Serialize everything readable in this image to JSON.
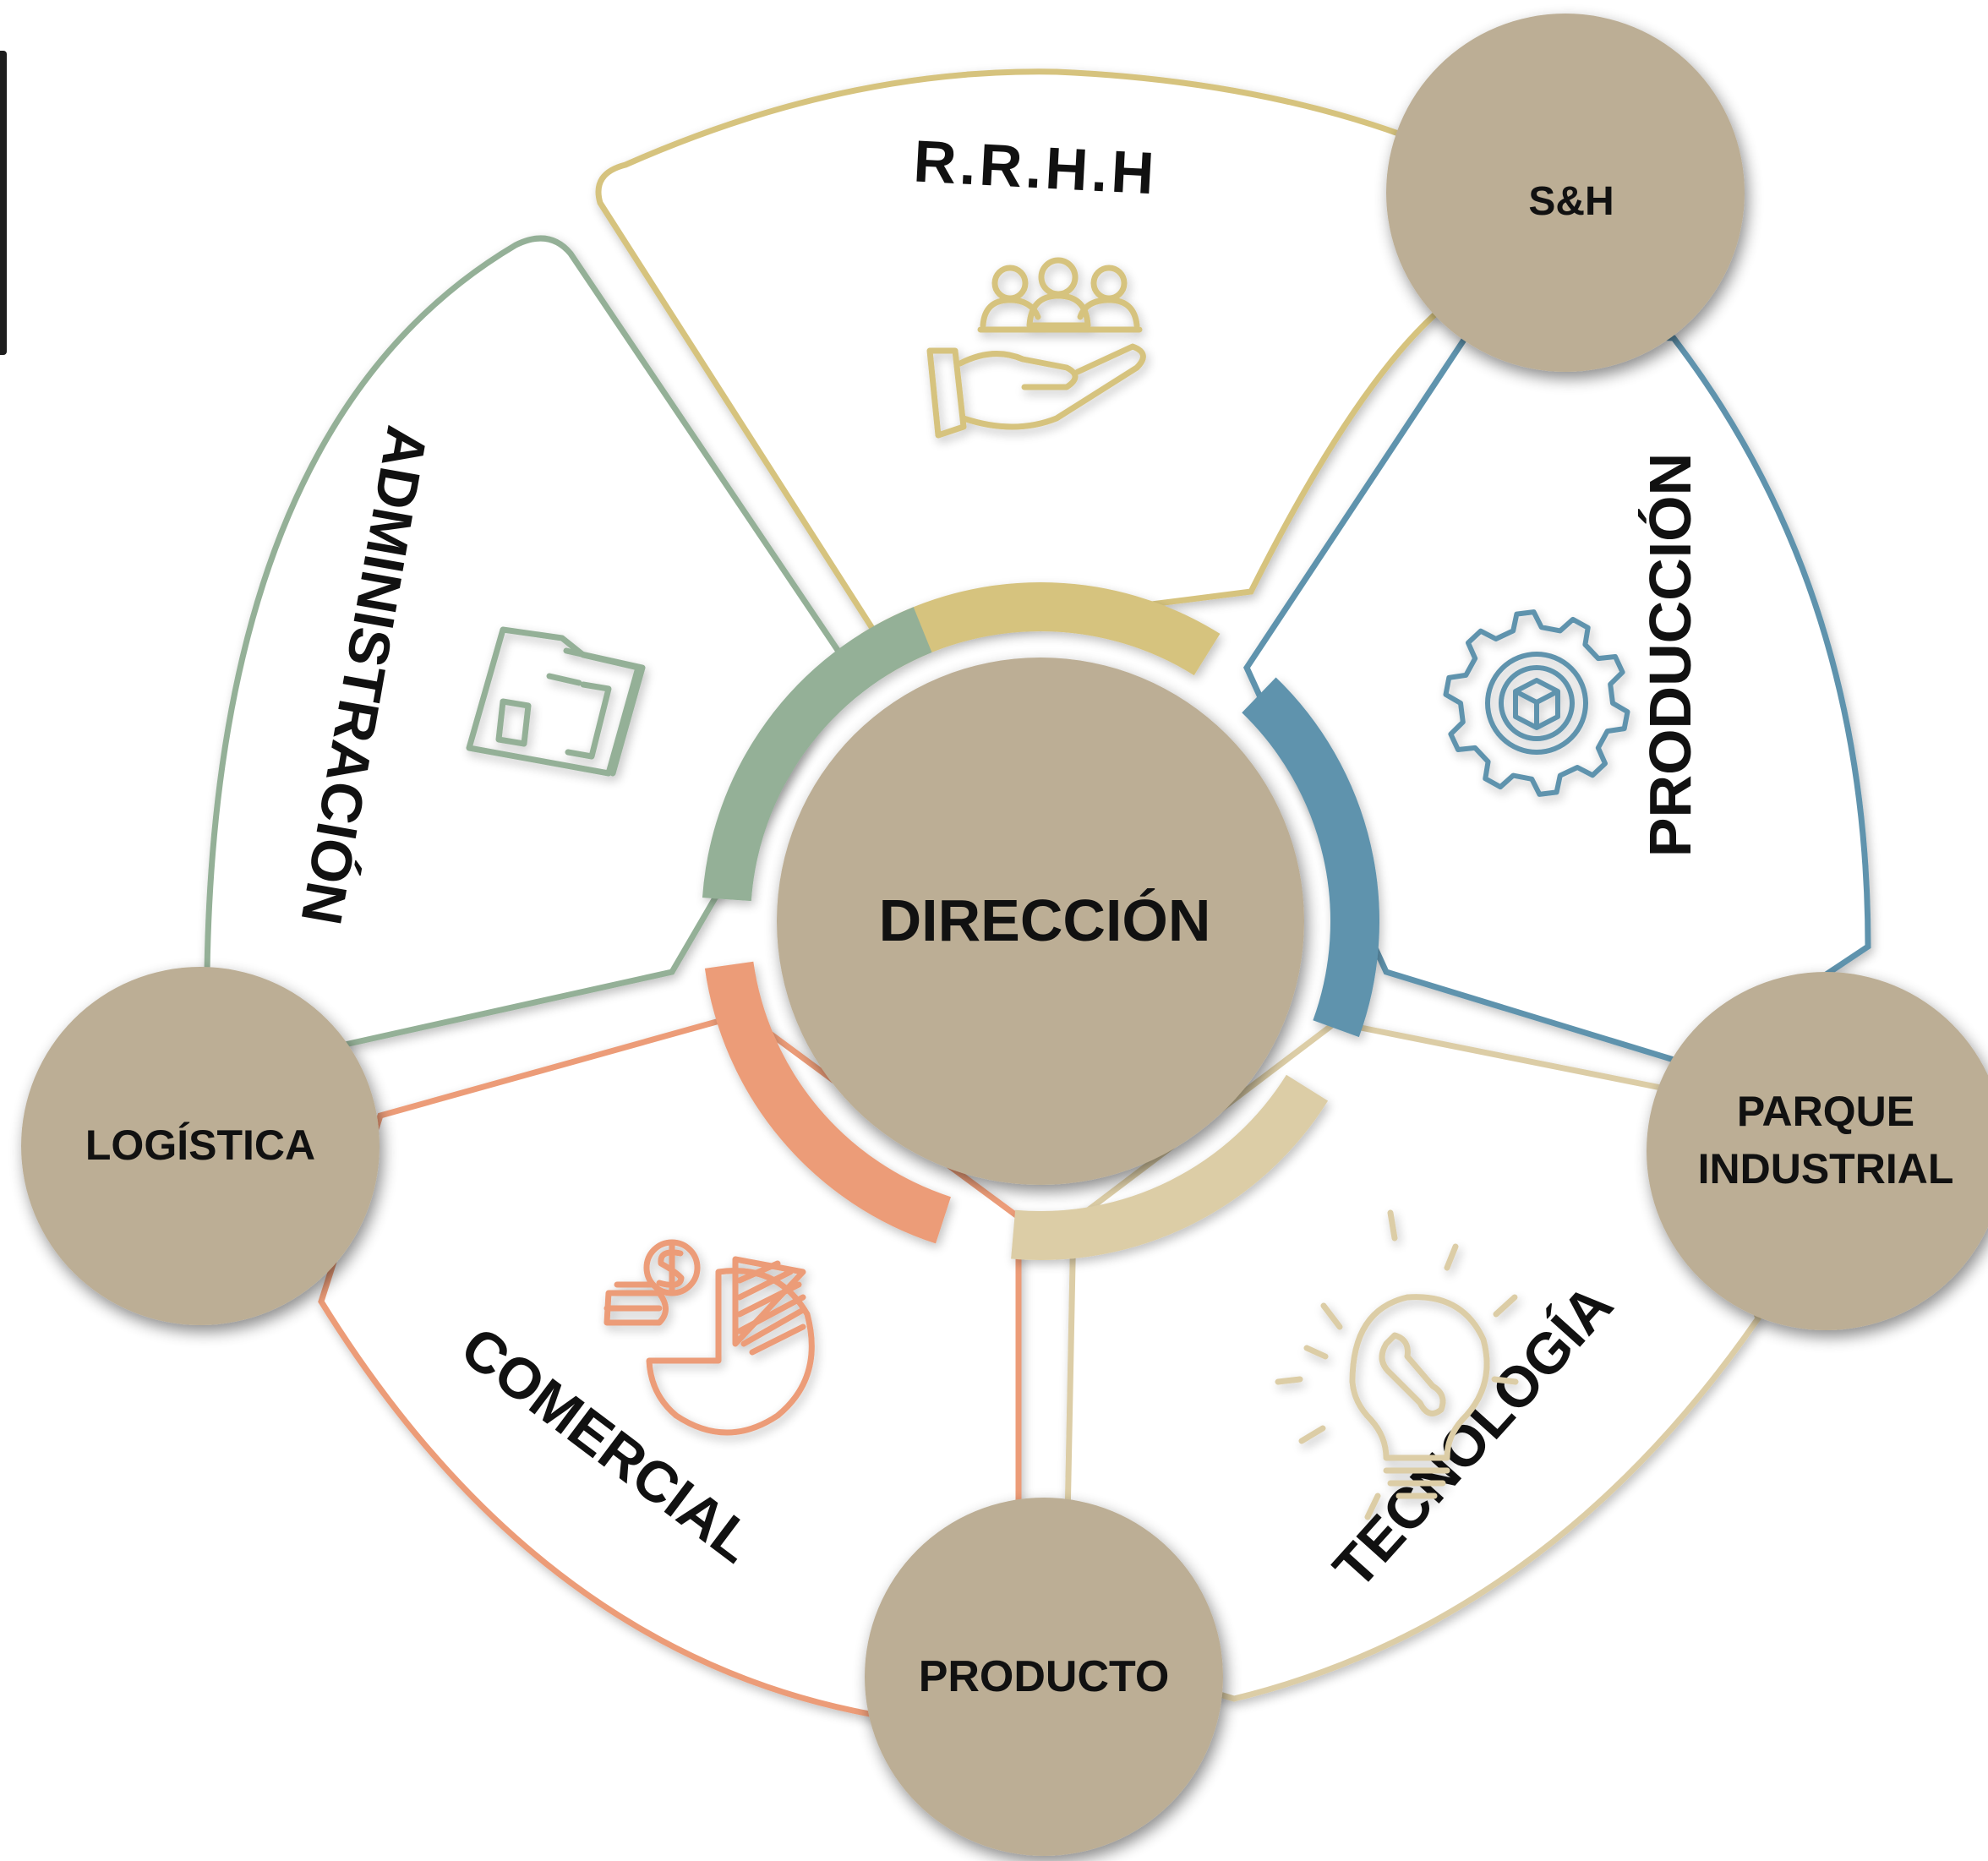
{
  "center": {
    "label": "DIRECCIÓN",
    "color": "#bcae95"
  },
  "sectors": [
    {
      "key": "rrhh",
      "label": "R.R.H.H",
      "color": "#d6c37e",
      "icon": "hand-with-people-icon"
    },
    {
      "key": "produccion",
      "label": "PRODUCCIÓN",
      "color": "#5f93ad",
      "icon": "gear-with-cube-icon"
    },
    {
      "key": "tecnologia",
      "label": "TECNOLOGÍA",
      "color": "#dccda6",
      "icon": "lightbulb-wrench-icon"
    },
    {
      "key": "comercial",
      "label": "COMERCIAL",
      "color": "#ec9c78",
      "icon": "money-pie-chart-icon"
    },
    {
      "key": "administracion",
      "label": "ADMINISTRACIÓN",
      "color": "#94b097",
      "icon": "folder-documents-icon"
    }
  ],
  "nodes": [
    {
      "key": "sh",
      "lines": [
        "S&H"
      ]
    },
    {
      "key": "parque",
      "lines": [
        "PARQUE",
        "INDUSTRIAL"
      ]
    },
    {
      "key": "producto",
      "lines": [
        "PRODUCTO"
      ]
    },
    {
      "key": "logistica",
      "lines": [
        "LOGÍSTICA"
      ]
    }
  ],
  "node_color": "#bcae95"
}
